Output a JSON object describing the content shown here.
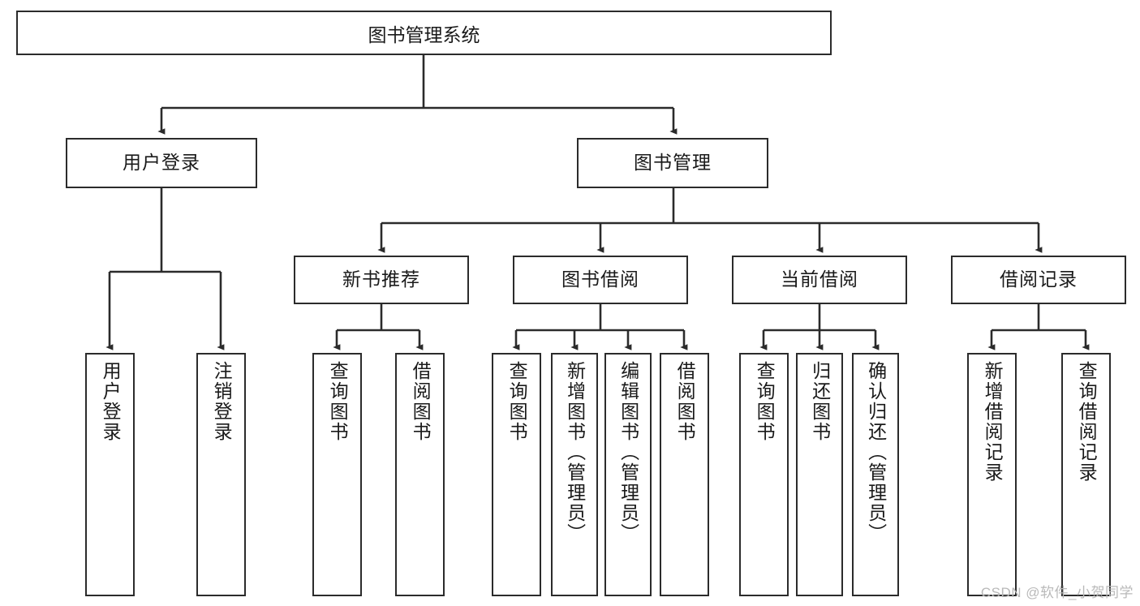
{
  "diagram": {
    "type": "tree-hierarchy",
    "title": "图书管理系统",
    "watermark": "CSDN @软件_小贺同学",
    "colors": {
      "box_border": "#2b2b2b",
      "box_fill": "#ffffff",
      "connector": "#2b2b2b",
      "text": "#1a1a1a",
      "watermark": "#b9b9b9",
      "background": "#ffffff"
    },
    "root": {
      "label": "图书管理系统"
    },
    "level2": [
      {
        "label": "用户登录"
      },
      {
        "label": "图书管理"
      }
    ],
    "level3": [
      {
        "label": "新书推荐"
      },
      {
        "label": "图书借阅"
      },
      {
        "label": "当前借阅"
      },
      {
        "label": "借阅记录"
      }
    ],
    "leaves": {
      "user_login": [
        {
          "label": "用户登录"
        },
        {
          "label": "注销登录"
        }
      ],
      "new_book_recommend": [
        {
          "label": "查询图书"
        },
        {
          "label": "借阅图书"
        }
      ],
      "book_borrow": [
        {
          "label": "查询图书"
        },
        {
          "label": "新增图书（管理员）"
        },
        {
          "label": "编辑图书（管理员）"
        },
        {
          "label": "借阅图书"
        }
      ],
      "current_borrow": [
        {
          "label": "查询图书"
        },
        {
          "label": "归还图书"
        },
        {
          "label": "确认归还（管理员）"
        }
      ],
      "borrow_records": [
        {
          "label": "新增借阅记录"
        },
        {
          "label": "查询借阅记录"
        }
      ]
    }
  }
}
